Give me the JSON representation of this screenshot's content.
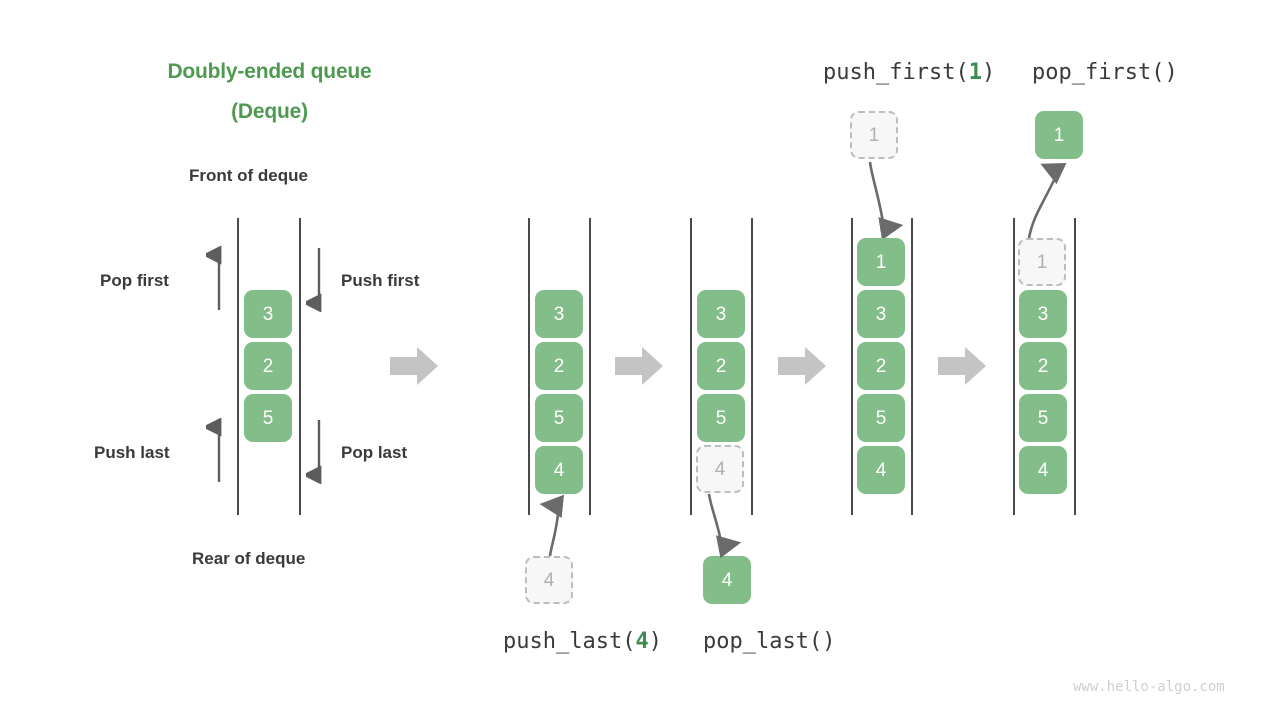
{
  "title": {
    "line1": "Doubly-ended queue",
    "line2": "(Deque)"
  },
  "labels": {
    "front": "Front of deque",
    "rear": "Rear of deque",
    "pop_first": "Pop first",
    "push_first": "Push first",
    "push_last": "Push last",
    "pop_last": "Pop last"
  },
  "captions": {
    "push_last_prefix": "push_last(",
    "push_last_arg": "4",
    "push_last_suffix": ")",
    "pop_last": "pop_last()",
    "push_first_prefix": "push_first(",
    "push_first_arg": "1",
    "push_first_suffix": ")",
    "pop_first": "pop_first()"
  },
  "watermark": "www.hello-algo.com",
  "colors": {
    "accent_green": "#4e9a51",
    "box_green": "#83bd89",
    "ghost_fill": "#f7f7f7",
    "ghost_border": "#bdbdbd",
    "ghost_text": "#b0b0b0",
    "rail": "#4a4a4a",
    "arrow_gray": "#c4c4c4",
    "motion_gray": "#6b6b6b",
    "text_dark": "#3a3a3a"
  },
  "chart_data": {
    "type": "diagram",
    "title": "Doubly-ended queue (Deque)",
    "stages": [
      {
        "name": "legend-deque",
        "items": [
          "3",
          "2",
          "5"
        ],
        "ghost_items": [],
        "operations": [
          "Pop first",
          "Push first",
          "Push last",
          "Pop last"
        ]
      },
      {
        "name": "before-push-last",
        "items": [
          "3",
          "2",
          "5",
          "4"
        ],
        "incoming": "4",
        "caption": "push_last(4)"
      },
      {
        "name": "after-push-last-before-pop-last",
        "items": [
          "3",
          "2",
          "5"
        ],
        "ghost_items": [
          "4"
        ],
        "outgoing": "4",
        "caption": "pop_last()"
      },
      {
        "name": "after-push-first",
        "items": [
          "1",
          "3",
          "2",
          "5",
          "4"
        ],
        "incoming": "1",
        "caption": "push_first(1)"
      },
      {
        "name": "after-pop-first",
        "items": [
          "3",
          "2",
          "5",
          "4"
        ],
        "ghost_items": [
          "1"
        ],
        "outgoing": "1",
        "caption": "pop_first()"
      }
    ]
  },
  "stage1": {
    "items": [
      "3",
      "2",
      "5"
    ]
  },
  "stage2": {
    "items": [
      "3",
      "2",
      "5",
      "4"
    ],
    "incoming": "4"
  },
  "stage3": {
    "items": [
      "3",
      "2",
      "5"
    ],
    "ghost": "4",
    "outgoing": "4"
  },
  "stage4": {
    "items": [
      "1",
      "3",
      "2",
      "5",
      "4"
    ],
    "incoming": "1"
  },
  "stage5": {
    "ghost": "1",
    "items": [
      "3",
      "2",
      "5",
      "4"
    ],
    "outgoing": "1"
  }
}
